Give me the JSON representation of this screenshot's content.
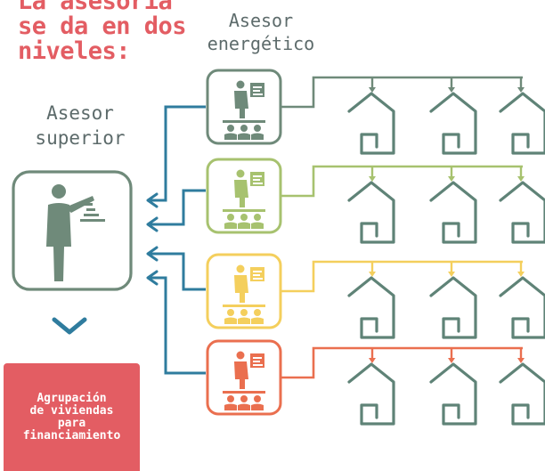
{
  "title_lines": [
    "La asesoría",
    "se da en dos",
    "niveles:"
  ],
  "energy_advisor_lines": [
    "Asesor",
    "energético"
  ],
  "senior_advisor_lines": [
    "Asesor",
    "superior"
  ],
  "box_lines": [
    "Agrupación",
    "de viviendas",
    "para",
    "financiamiento"
  ],
  "icons": {
    "senior": "presenter-icon",
    "energy": "presenter-with-audience-icon",
    "home": "house-icon",
    "arrow": "chevron-down-icon"
  },
  "colors": {
    "title": "#e35d63",
    "text": "#5d6b6b",
    "dark_gray": "#6f8a7a",
    "green": "#a7c26f",
    "yellow": "#f4cf5d",
    "orange": "#ea6f4f",
    "blue": "#2f7c9e",
    "house": "#5f8377",
    "box": "#e35d63"
  }
}
